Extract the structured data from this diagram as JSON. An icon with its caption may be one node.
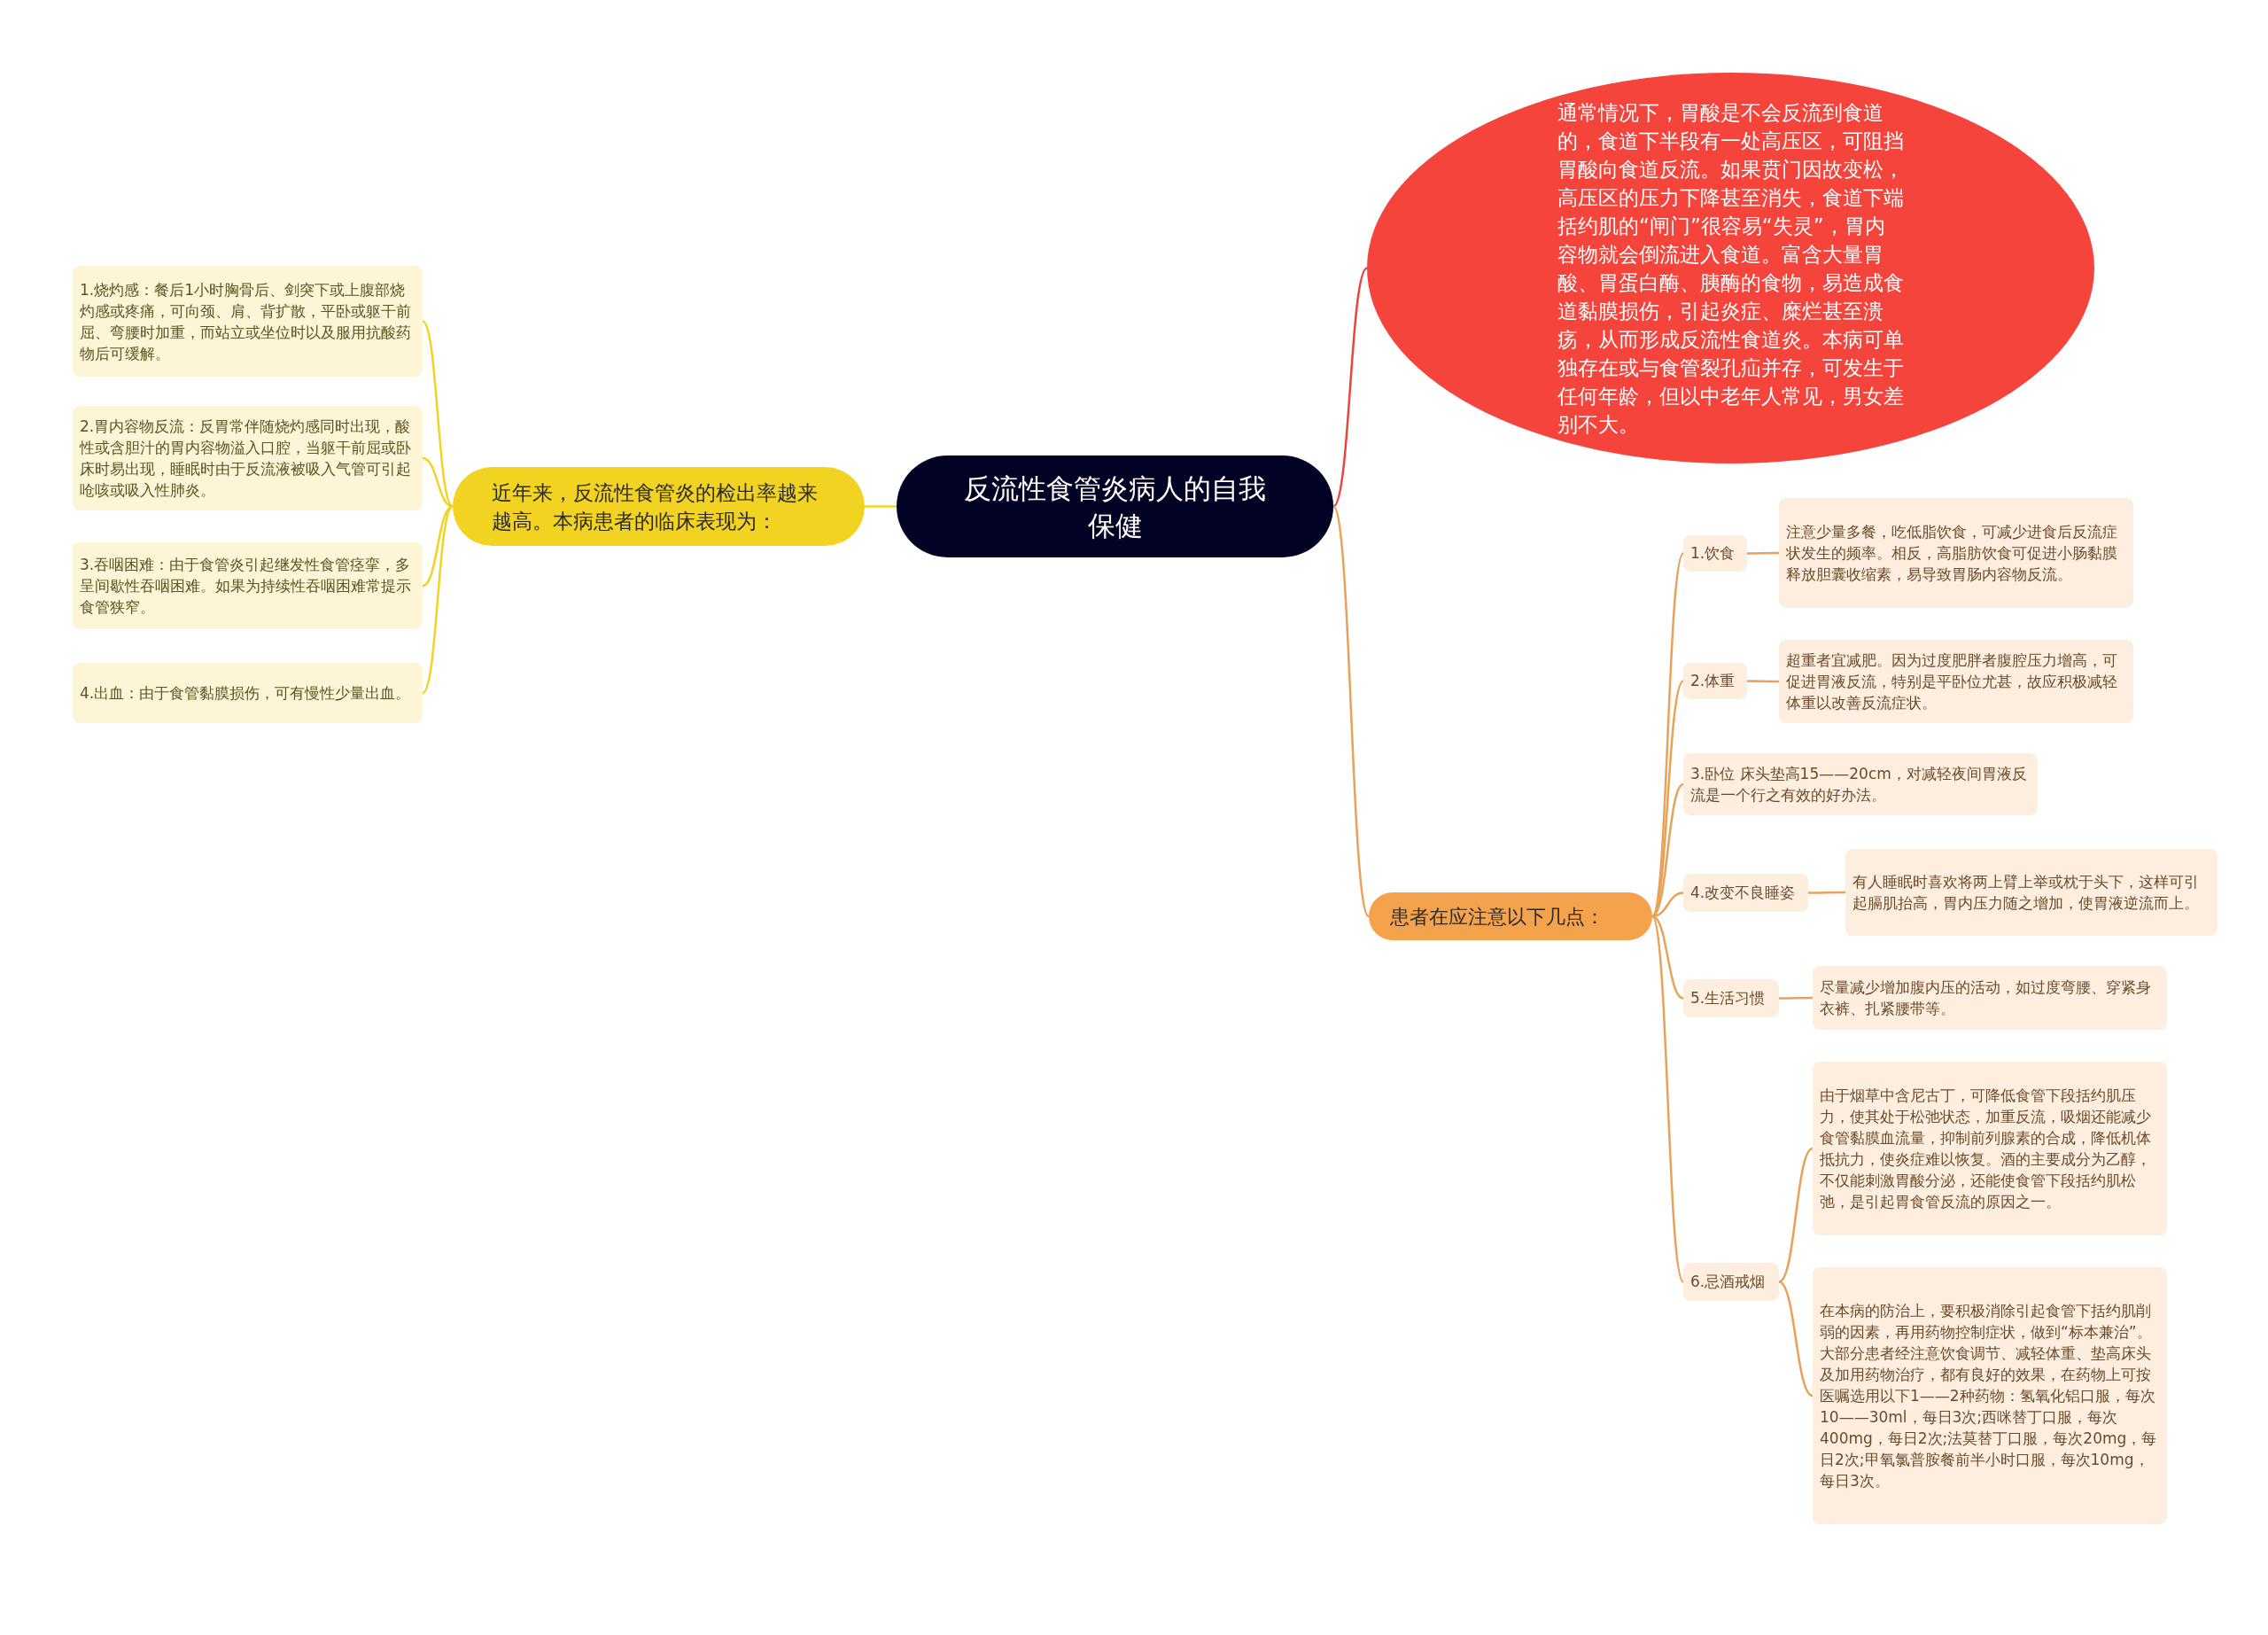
{
  "diagram": {
    "nodes": [
      {
        "text": [
          "反流性食管炎病人的自我保健"
        ]
      },
      {
        "text": [
          "通常情况下，胃酸是不会反流到食道的，食道下半段有一处高压区，可阻挡胃酸向食道反流。如果贲门因故变松，高压区的压力下降甚至消失，食道下端括约肌的“闸门”很容易“失灵”，胃内容物就会倒流进入食道。富含大量胃酸、胃蛋白酶、胰酶的食物，易造成食道黏膜损伤，引起炎症、糜烂甚至溃疡，从而形成反流性食道炎。本病可单独存在或与食管裂孔疝并存，可发生于任何年龄，但以中老年人常见，男女差别不大。"
        ]
      },
      {
        "text": [
          "近年来，反流性食管炎的检出率越来越高。本病患者的临床表现为："
        ]
      },
      {
        "text": [
          "1.烧灼感：餐后1小时胸骨后、剑突下或上腹部烧灼感或疼痛，可向颈、肩、背扩散，平卧或躯干前屈、弯腰时加重，而站立或坐位时以及服用抗酸药物后可缓解。"
        ]
      },
      {
        "text": [
          "2.胃内容物反流：反胃常伴随烧灼感同时出现，酸性或含胆汁的胃内容物溢入口腔，当躯干前屈或卧床时易出现，睡眠时由于反流液被吸入气管可引起呛咳或吸入性肺炎。"
        ]
      },
      {
        "text": [
          "3.吞咽困难：由于食管炎引起继发性食管痉挛，多呈间歇性吞咽困难。如果为持续性吞咽困难常提示食管狭窄。"
        ]
      },
      {
        "text": [
          "4.出血：由于食管黏膜损伤，可有慢性少量出血。"
        ]
      },
      {
        "text": [
          "患者在应注意以下几点："
        ]
      },
      {
        "text": [
          "1.饮食"
        ]
      },
      {
        "text": [
          "注意少量多餐，吃低脂饮食，可减少进食后反流症状发生的频率。相反，高脂肪饮食可促进小肠黏膜释放胆囊收缩素，易导致胃肠内容物反流。"
        ]
      },
      {
        "text": [
          "2.体重"
        ]
      },
      {
        "text": [
          "超重者宜减肥。因为过度肥胖者腹腔压力增高，可促进胃液反流，特别是平卧位尤甚，故应积极减轻体重以改善反流症状。"
        ]
      },
      {
        "text": [
          "3.卧位 床头垫高15——20cm，对减轻夜间胃液反流是一个行之有效的好办法。"
        ]
      },
      {
        "text": [
          "4.改变不良睡姿"
        ]
      },
      {
        "text": [
          "有人睡眠时喜欢将两上臂上举或枕于头下，这样可引起膈肌抬高，胃内压力随之增加，使胃液逆流而上。"
        ]
      },
      {
        "text": [
          "5.生活习惯"
        ]
      },
      {
        "text": [
          "尽量减少增加腹内压的活动，如过度弯腰、穿紧身衣裤、扎紧腰带等。"
        ]
      },
      {
        "text": [
          "6.忌酒戒烟"
        ]
      },
      {
        "text": [
          "由于烟草中含尼古丁，可降低食管下段括约肌压力，使其处于松弛状态，加重反流，吸烟还能减少食管黏膜血流量，抑制前列腺素的合成，降低机体抵抗力，使炎症难以恢复。酒的主要成分为乙醇，不仅能刺激胃酸分泌，还能使食管下段括约肌松弛，是引起胃食管反流的原因之一。"
        ]
      },
      {
        "text": [
          "在本病的防治上，要积极消除引起食管下括约肌削弱的因素，再用药物控制症状，做到“标本兼治”。大部分患者经注意饮食调节、减轻体重、垫高床头及加用药物治疗，都有良好的效果，在药物上可按医嘱选用以下1——2种药物：氢氧化铝口服，每次10——30ml，每日3次;西咪替丁口服，每次400mg，每日2次;法莫替丁口服，每次20mg，每日2次;甲氧氯普胺餐前半小时口服，每次10mg，每日3次。"
        ]
      }
    ],
    "edges": [
      {
        "from": 0,
        "to": 1,
        "arrow": "none",
        "color": "#e8453c"
      },
      {
        "from": 0,
        "to": 2,
        "arrow": "none",
        "color": "#f2d321"
      },
      {
        "from": 0,
        "to": 7,
        "arrow": "none"
      },
      {
        "from": 2,
        "to": 3,
        "arrow": "none",
        "color": "#f2d321"
      },
      {
        "from": 2,
        "to": 4,
        "arrow": "none",
        "color": "#f2d321"
      },
      {
        "from": 2,
        "to": 5,
        "arrow": "none",
        "color": "#f2d321"
      },
      {
        "from": 2,
        "to": 6,
        "arrow": "none",
        "color": "#f2d321"
      },
      {
        "from": 7,
        "to": 8,
        "arrow": "none"
      },
      {
        "from": 7,
        "to": 10,
        "arrow": "none"
      },
      {
        "from": 7,
        "to": 12,
        "arrow": "none"
      },
      {
        "from": 7,
        "to": 13,
        "arrow": "none"
      },
      {
        "from": 7,
        "to": 15,
        "arrow": "none"
      },
      {
        "from": 7,
        "to": 17,
        "arrow": "none"
      },
      {
        "from": 8,
        "to": 9,
        "arrow": "none"
      },
      {
        "from": 10,
        "to": 11,
        "arrow": "none"
      },
      {
        "from": 13,
        "to": 14,
        "arrow": "none"
      },
      {
        "from": 15,
        "to": 16,
        "arrow": "none"
      },
      {
        "from": 17,
        "to": 18,
        "arrow": "none"
      },
      {
        "from": 17,
        "to": 19,
        "arrow": "none"
      }
    ]
  }
}
